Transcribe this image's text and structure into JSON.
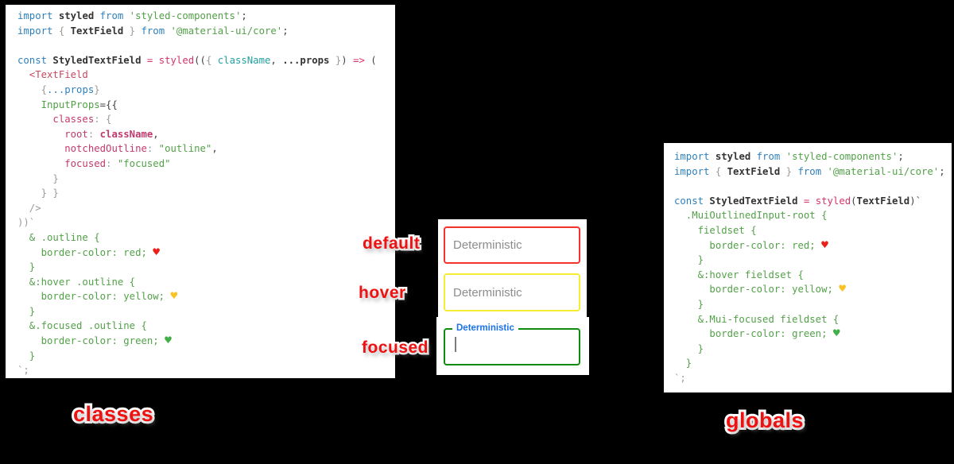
{
  "colors": {
    "background": "#000000",
    "panel_background": "#ffffff",
    "annotation_red": "#ed1111",
    "field_border_default": "#f5332c",
    "field_border_hover": "#f6ec32",
    "field_border_focused": "#0e8c10",
    "focused_label_blue": "#1a73e8",
    "placeholder_gray": "#8c8c8c",
    "syntax_keyword_blue": "#2e80bd",
    "syntax_string_green": "#52a148",
    "syntax_pink": "#d6336c",
    "syntax_object_key_crimson": "#c13a6d",
    "syntax_teal": "#23a0a0"
  },
  "annotations": {
    "default_label": "default",
    "hover_label": "hover",
    "focused_label": "focused",
    "classes_label": "classes",
    "globals_label": "globals"
  },
  "fields": [
    {
      "state": "default",
      "placeholder": "Deterministic"
    },
    {
      "state": "hover",
      "placeholder": "Deterministic"
    },
    {
      "state": "focused",
      "label": "Deterministic",
      "value": ""
    }
  ],
  "panels": {
    "left": {
      "name": "classes",
      "lines": [
        [
          [
            "kw",
            "import"
          ],
          [
            "id",
            " styled"
          ],
          [
            "kw",
            " from"
          ],
          [
            "st",
            " 'styled-components'"
          ],
          [
            "pl",
            ";"
          ]
        ],
        [
          [
            "kw",
            "import"
          ],
          [
            "pu",
            " {"
          ],
          [
            "id",
            " TextField"
          ],
          [
            "pu",
            " }"
          ],
          [
            "kw",
            " from"
          ],
          [
            "st",
            " '@material-ui/core'"
          ],
          [
            "pl",
            ";"
          ]
        ],
        [],
        [
          [
            "kw",
            "const"
          ],
          [
            "id",
            " StyledTextField"
          ],
          [
            "pk",
            " ="
          ],
          [
            "pk",
            " styled"
          ],
          [
            "pl",
            "(("
          ],
          [
            "pu",
            "{"
          ],
          [
            "tl",
            " className"
          ],
          [
            "pl",
            ","
          ],
          [
            "id",
            " ...props"
          ],
          [
            "pu",
            " }"
          ],
          [
            "pl",
            ")"
          ],
          [
            "pk",
            " =>"
          ],
          [
            "pl",
            " ("
          ]
        ],
        [
          [
            "tag",
            "  <TextField"
          ]
        ],
        [
          [
            "pu",
            "    {"
          ],
          [
            "kw",
            "...props"
          ],
          [
            "pu",
            "}"
          ]
        ],
        [
          [
            "css",
            "    InputProps"
          ],
          [
            "pl",
            "={{"
          ]
        ],
        [
          [
            "ok",
            "      classes"
          ],
          [
            "pu",
            ":"
          ],
          [
            "pu",
            " {"
          ]
        ],
        [
          [
            "ok",
            "        root"
          ],
          [
            "pu",
            ":"
          ],
          [
            "okb",
            " className"
          ],
          [
            "pl",
            ","
          ]
        ],
        [
          [
            "ok",
            "        notchedOutline"
          ],
          [
            "pu",
            ":"
          ],
          [
            "st",
            " \"outline\""
          ],
          [
            "pl",
            ","
          ]
        ],
        [
          [
            "ok",
            "        focused"
          ],
          [
            "pu",
            ":"
          ],
          [
            "st",
            " \"focused\""
          ]
        ],
        [
          [
            "pu",
            "      }"
          ]
        ],
        [
          [
            "pu",
            "    } }"
          ]
        ],
        [
          [
            "pu",
            "  />"
          ]
        ],
        [
          [
            "pu",
            "))`"
          ]
        ],
        [
          [
            "css",
            "  & .outline {"
          ]
        ],
        [
          [
            "css",
            "    border-color: red; "
          ],
          [
            "hr",
            "♥"
          ]
        ],
        [
          [
            "css",
            "  }"
          ]
        ],
        [
          [
            "css",
            "  &:hover .outline {"
          ]
        ],
        [
          [
            "css",
            "    border-color: yellow; "
          ],
          [
            "hy",
            "♥"
          ]
        ],
        [
          [
            "css",
            "  }"
          ]
        ],
        [
          [
            "css",
            "  &.focused .outline {"
          ]
        ],
        [
          [
            "css",
            "    border-color: green; "
          ],
          [
            "hg",
            "♥"
          ]
        ],
        [
          [
            "css",
            "  }"
          ]
        ],
        [
          [
            "pu",
            "`;"
          ]
        ]
      ]
    },
    "right": {
      "name": "globals",
      "lines": [
        [
          [
            "kw",
            "import"
          ],
          [
            "id",
            " styled"
          ],
          [
            "kw",
            " from"
          ],
          [
            "st",
            " 'styled-components'"
          ],
          [
            "pl",
            ";"
          ]
        ],
        [
          [
            "kw",
            "import"
          ],
          [
            "pu",
            " {"
          ],
          [
            "id",
            " TextField"
          ],
          [
            "pu",
            " }"
          ],
          [
            "kw",
            " from"
          ],
          [
            "st",
            " '@material-ui/core'"
          ],
          [
            "pl",
            ";"
          ]
        ],
        [],
        [
          [
            "kw",
            "const"
          ],
          [
            "id",
            " StyledTextField"
          ],
          [
            "pk",
            " ="
          ],
          [
            "pk",
            " styled"
          ],
          [
            "pl",
            "("
          ],
          [
            "id",
            "TextField"
          ],
          [
            "pl",
            ")`"
          ]
        ],
        [
          [
            "css",
            "  .MuiOutlinedInput-root {"
          ]
        ],
        [
          [
            "css",
            "    fieldset {"
          ]
        ],
        [
          [
            "css",
            "      border-color: red; "
          ],
          [
            "hr",
            "♥"
          ]
        ],
        [
          [
            "css",
            "    }"
          ]
        ],
        [
          [
            "css",
            "    &:hover fieldset {"
          ]
        ],
        [
          [
            "css",
            "      border-color: yellow; "
          ],
          [
            "hy",
            "♥"
          ]
        ],
        [
          [
            "css",
            "    }"
          ]
        ],
        [
          [
            "css",
            "    &.Mui-focused fieldset {"
          ]
        ],
        [
          [
            "css",
            "      border-color: green; "
          ],
          [
            "hg",
            "♥"
          ]
        ],
        [
          [
            "css",
            "    }"
          ]
        ],
        [
          [
            "css",
            "  }"
          ]
        ],
        [
          [
            "pu",
            "`;"
          ]
        ]
      ]
    }
  }
}
